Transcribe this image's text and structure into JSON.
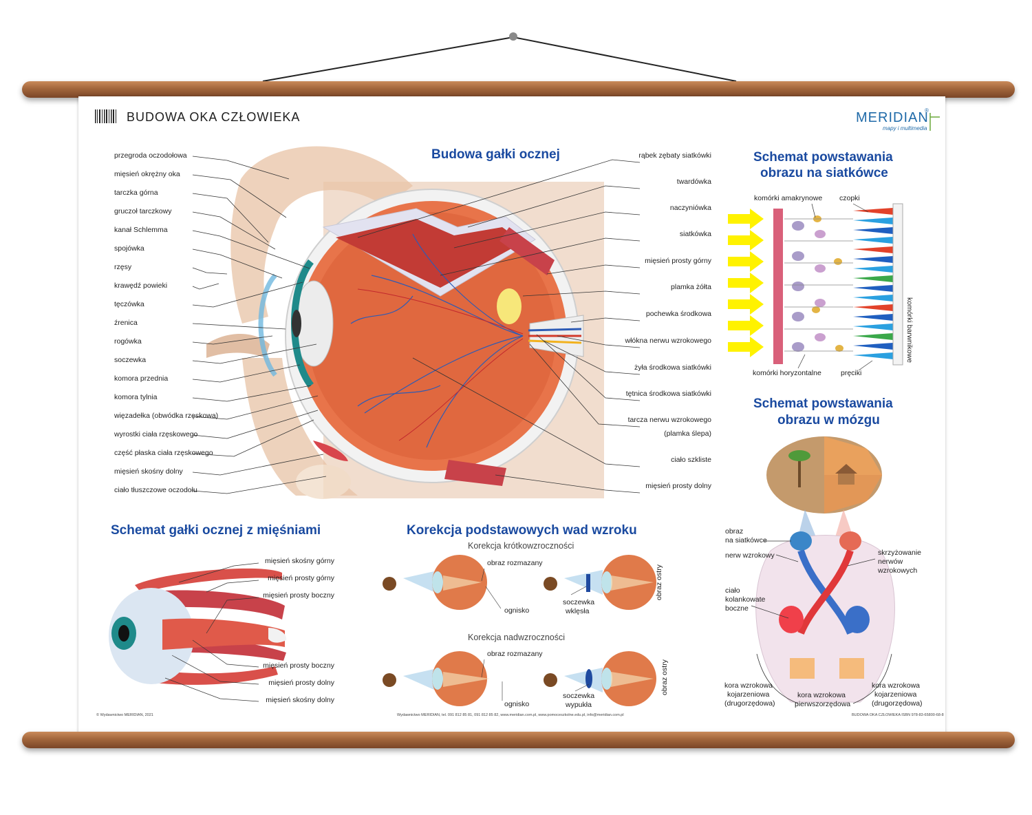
{
  "poster": {
    "title": "BUDOWA OKA CZŁOWIEKA",
    "brand": "MERIDIAN",
    "brand_mark": "®",
    "brand_tagline": "mapy i multimedia",
    "copyright": "© Wydawnictwo MERIDIAN, 2021",
    "publisher_line": "Wydawnictwo MERIDIAN, tel. 091 812 85 81, 091 812 85 82, www.meridian.com.pl, www.pomoceszkolne.edu.pl, info@meridian.com.pl",
    "isbn_line": "BUDOWA OKA CZŁOWIEKA   ISBN 978-83-65800-68-8"
  },
  "eyeball": {
    "heading": "Budowa gałki ocznej",
    "left_labels": [
      "przegroda oczodołowa",
      "mięsień okrężny oka",
      "tarczka górna",
      "gruczoł tarczkowy",
      "kanał Schlemma",
      "spojówka",
      "rzęsy",
      "krawędź powieki",
      "tęczówka",
      "źrenica",
      "rogówka",
      "soczewka",
      "komora przednia",
      "komora tylnia",
      "więzadełka (obwódka rzęskowa)",
      "wyrostki ciała rzęskowego",
      "część płaska ciała rzęskowego",
      "mięsień skośny dolny",
      "ciało tłuszczowe oczodołu"
    ],
    "right_labels": [
      "rąbek zębaty siatkówki",
      "twardówka",
      "naczyniówka",
      "siatkówka",
      "mięsień prosty górny",
      "plamka żółta",
      "pochewka środkowa",
      "włókna nerwu wzrokowego",
      "żyła środkowa siatkówki",
      "tętnica środkowa siatkówki",
      "tarcza nerwu wzrokowego",
      "(plamka ślepa)",
      "ciało szkliste",
      "mięsień prosty dolny"
    ]
  },
  "retina": {
    "heading_line1": "Schemat powstawania",
    "heading_line2": "obrazu na siatkówce",
    "labels": {
      "amacrine": "komórki amakrynowe",
      "cones": "czopki",
      "horizontal": "komórki horyzontalne",
      "rods": "pręciki",
      "pigment": "komórki barwnikowe"
    }
  },
  "brain": {
    "heading_line1": "Schemat powstawania",
    "heading_line2": "obrazu w mózgu",
    "labels": {
      "image_on_retina": [
        "obraz",
        "na siatkówce"
      ],
      "optic_nerve": "nerw wzrokowy",
      "chiasm": [
        "skrzyżowanie",
        "nerwów",
        "wzrokowych"
      ],
      "lgn": [
        "ciało",
        "kolankowate",
        "boczne"
      ],
      "cortex_left": [
        "kora wzrokowa",
        "kojarzeniowa",
        "(drugorzędowa)"
      ],
      "cortex_primary": [
        "kora wzrokowa",
        "pierwszorzędowa"
      ],
      "cortex_right": [
        "kora wzrokowa",
        "kojarzeniowa",
        "(drugorzędowa)"
      ]
    }
  },
  "muscles": {
    "heading": "Schemat gałki ocznej z mięśniami",
    "labels": [
      "mięsień skośny górny",
      "mięsień prosty górny",
      "mięsień prosty boczny",
      "mięsień prosty boczny",
      "mięsień prosty dolny",
      "mięsień skośny dolny"
    ]
  },
  "correction": {
    "heading": "Korekcja podstawowych wad wzroku",
    "myopia_title": "Korekcja krótkowzroczności",
    "hyperopia_title": "Korekcja nadwzroczności",
    "blurred_image": "obraz rozmazany",
    "focus": "ognisko",
    "sharp_image": "obraz ostry",
    "concave_lens": [
      "soczewka",
      "wklęsła"
    ],
    "convex_lens": [
      "soczewka",
      "wypukła"
    ]
  },
  "colors": {
    "heading_blue": "#1a4aa0",
    "eye_orange": "#e07a4a",
    "muscle_red": "#c8424a",
    "skin_tan": "#ecd2bd",
    "arrow_yellow": "#fff200"
  }
}
